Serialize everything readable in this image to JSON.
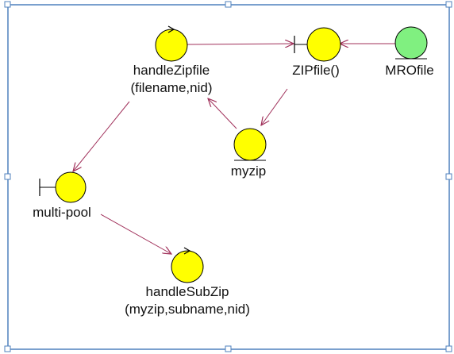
{
  "diagram": {
    "colors": {
      "frame": "#4f81bd",
      "handle_fill": "#ffffff",
      "node_yellow": "#ffff00",
      "node_green": "#80f080",
      "node_stroke": "#000000",
      "edge": "#a0305a"
    },
    "nodes": {
      "handleZipfile": {
        "kind": "control",
        "label_lines": [
          "handleZipfile",
          "(filename,nid)"
        ]
      },
      "zipfile": {
        "kind": "boundary",
        "label_lines": [
          "ZIPfile()"
        ]
      },
      "mrofile": {
        "kind": "entity",
        "label_lines": [
          "MROfile"
        ]
      },
      "myzip": {
        "kind": "entity",
        "label_lines": [
          "myzip"
        ]
      },
      "multipool": {
        "kind": "boundary",
        "label_lines": [
          "multi-pool"
        ]
      },
      "handleSubZip": {
        "kind": "control",
        "label_lines": [
          "handleSubZip",
          "(myzip,subname,nid)"
        ]
      }
    },
    "edges": [
      {
        "from": "handleZipfile",
        "to": "zipfile"
      },
      {
        "from": "mrofile",
        "to": "zipfile"
      },
      {
        "from": "zipfile",
        "to": "myzip"
      },
      {
        "from": "myzip",
        "to": "handleZipfile"
      },
      {
        "from": "handleZipfile",
        "to": "multipool"
      },
      {
        "from": "multipool",
        "to": "handleSubZip"
      }
    ]
  }
}
